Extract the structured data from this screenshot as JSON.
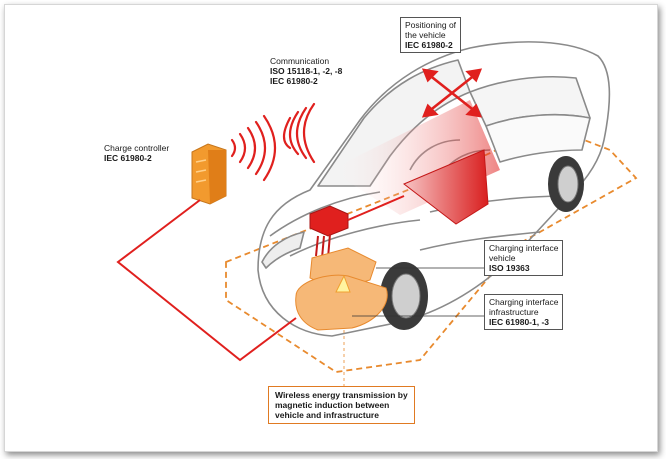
{
  "labels": {
    "positioning": {
      "line1": "Positioning of",
      "line2": "the vehicle",
      "std": "IEC 61980-2"
    },
    "communication": {
      "title": "Communication",
      "std1": "ISO 15118-1, -2, -8",
      "std2": "IEC 61980-2"
    },
    "charge_controller": {
      "title": "Charge controller",
      "std": "IEC 61980-2"
    },
    "ci_vehicle": {
      "line1": "Charging interface",
      "line2": "vehicle",
      "std": "ISO 19363"
    },
    "ci_infra": {
      "line1": "Charging interface",
      "line2": "infrastructure",
      "std": "IEC 61980-1, -3"
    },
    "wireless": {
      "line1": "Wireless energy transmission by",
      "line2": "magnetic induction between",
      "line3": "vehicle and infrastructure"
    }
  },
  "colors": {
    "accent_red": "#e0201e",
    "accent_orange": "#e88a2e",
    "pad_fill": "#f6b877",
    "car_line": "#8a8a8a"
  }
}
